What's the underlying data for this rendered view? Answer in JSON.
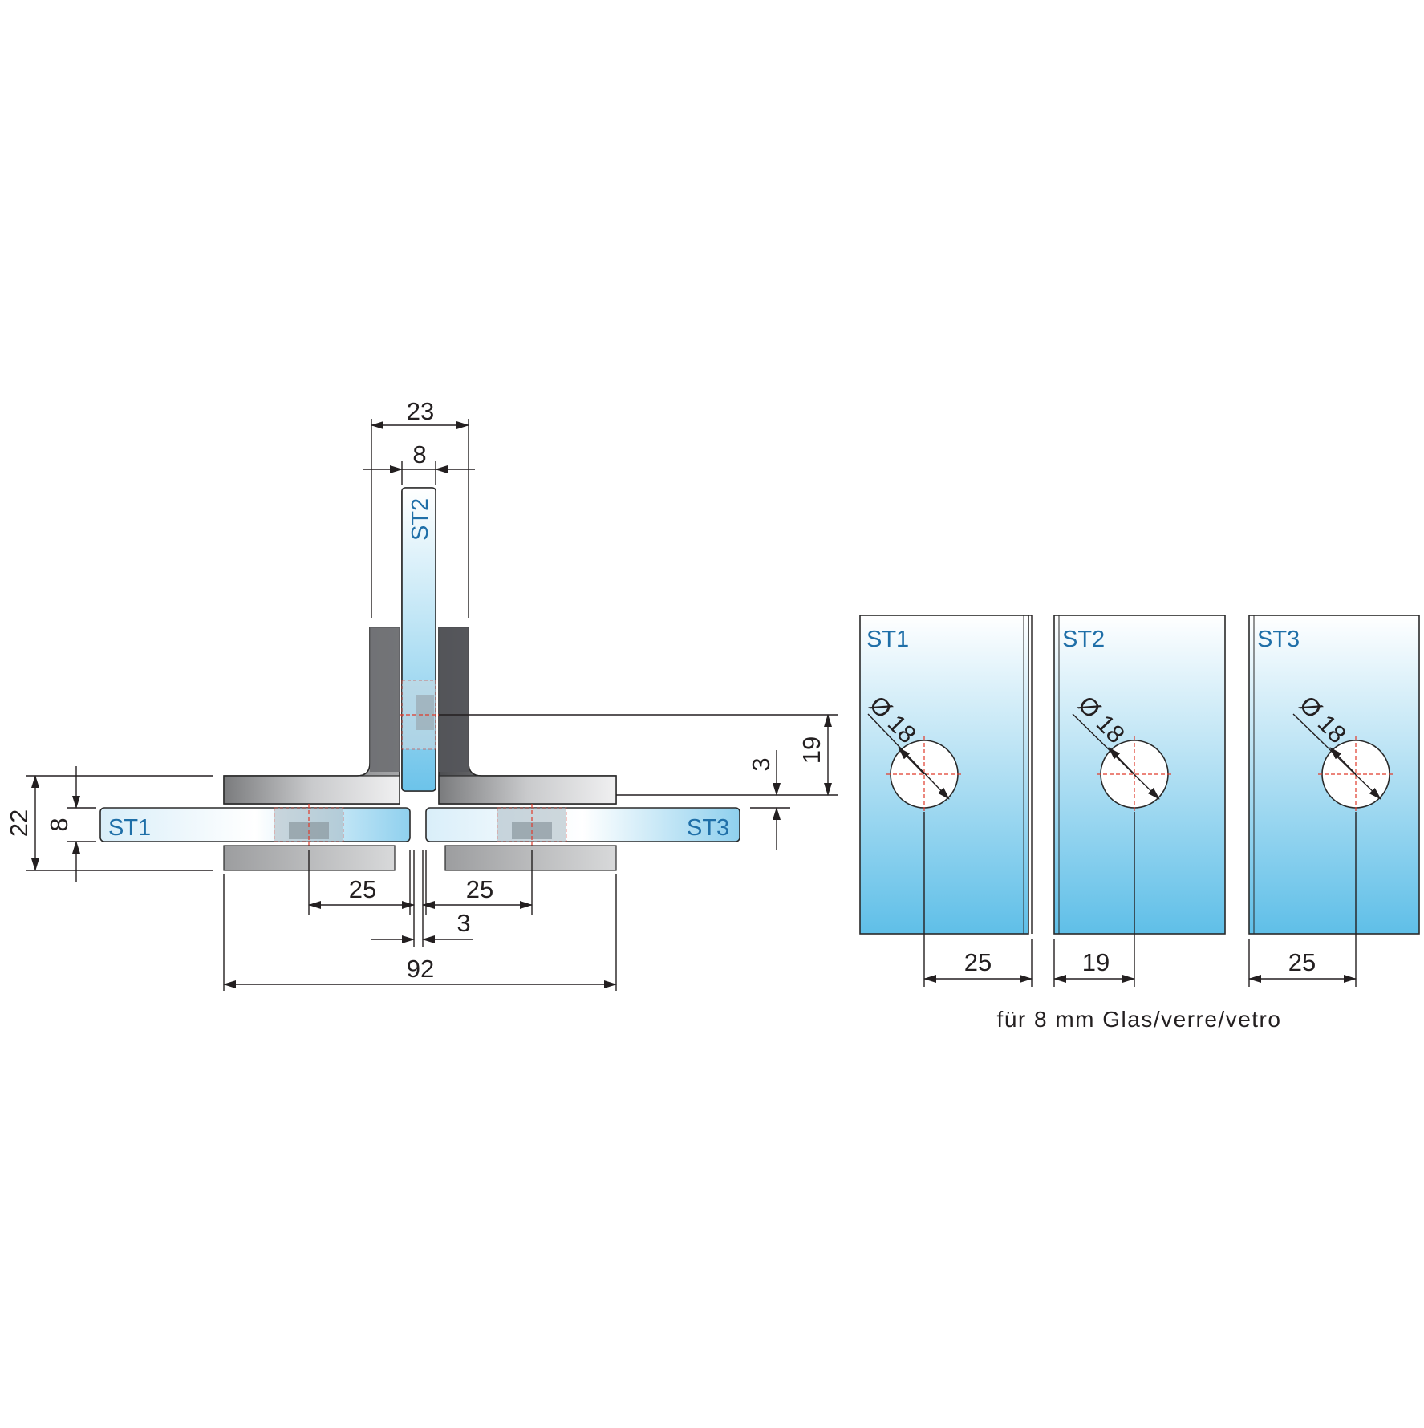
{
  "section_view": {
    "glass_labels": {
      "left": "ST1",
      "vertical": "ST2",
      "right": "ST3"
    },
    "dimensions": {
      "total_height": "22",
      "glass_thickness_left": "8",
      "overall_width": "92",
      "top_width": "23",
      "vertical_glass_thickness": "8",
      "hole_offset_left": "25",
      "hole_offset_right": "25",
      "gap": "3",
      "vertical_hole_height": "19",
      "offset_3": "3"
    }
  },
  "plates": [
    {
      "label": "ST1",
      "diameter": "Ø 18",
      "edge_distance": "25"
    },
    {
      "label": "ST2",
      "diameter": "Ø 18",
      "edge_distance": "19"
    },
    {
      "label": "ST3",
      "diameter": "Ø 18",
      "edge_distance": "25"
    }
  ],
  "caption": "für 8 mm Glas/verre/vetro",
  "colors": {
    "glass_top": "#ffffff",
    "glass_bottom": "#62c0e8",
    "fitting_dark": "#6d6e70",
    "fitting_light": "#d5d6d8",
    "label_blue": "#1f6fa8",
    "centerline_red": "#e03a2a"
  }
}
